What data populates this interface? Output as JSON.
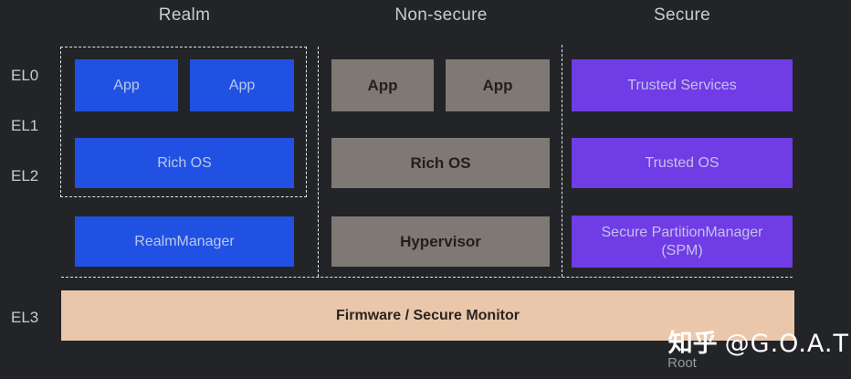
{
  "titles": {
    "realm": "Realm",
    "non_secure": "Non-secure",
    "secure": "Secure"
  },
  "el_labels": [
    "EL0",
    "EL1",
    "EL2",
    "EL3"
  ],
  "columns": {
    "realm": {
      "apps": [
        "App",
        "App"
      ],
      "os": "Rich OS",
      "manager": "RealmManager"
    },
    "non_secure": {
      "apps": [
        "App",
        "App"
      ],
      "os": "Rich OS",
      "manager": "Hypervisor"
    },
    "secure": {
      "services": "Trusted Services",
      "os": "Trusted OS",
      "manager_line1": "Secure PartitionManager",
      "manager_line2": "(SPM)"
    }
  },
  "el3": {
    "label": "Firmware / Secure Monitor",
    "root_label": "Root"
  },
  "watermark": {
    "brand": "知乎",
    "handle": "@G.O.A.T"
  },
  "colors": {
    "background": "#222428",
    "dashed_line": "#E6E6E6",
    "realm_box": "#2151E3",
    "realm_text": "#B9C8EE",
    "non_secure_box": "#7F7973",
    "non_secure_text": "#231F1B",
    "secure_box": "#6F3CE6",
    "secure_text": "#C8C0EA",
    "el3_box": "#EAC7AA",
    "el3_text": "#2A2421",
    "label_text": "#C9CCD0",
    "root_text": "#95999C",
    "watermark_text": "#FFFFFF"
  }
}
